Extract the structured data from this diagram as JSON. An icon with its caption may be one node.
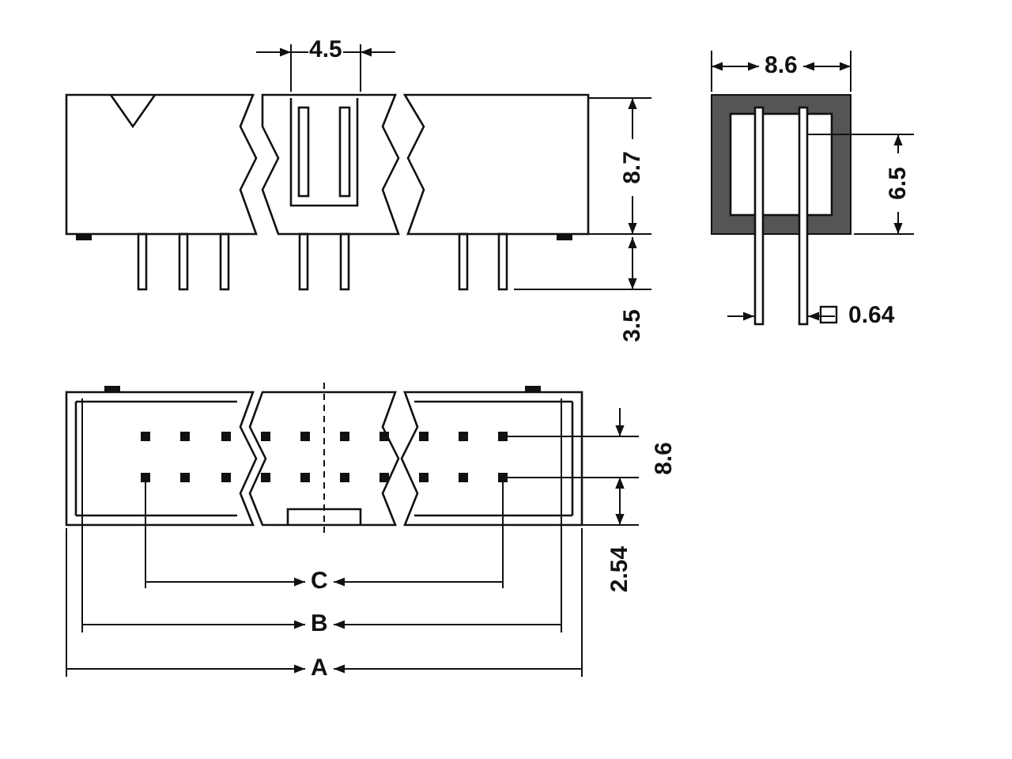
{
  "diagram": {
    "labels": [
      "4.5",
      "8.6",
      "8.7",
      "6.5",
      "0.64",
      "3.5",
      "8.6",
      "2.54",
      "C",
      "B",
      "A"
    ]
  }
}
